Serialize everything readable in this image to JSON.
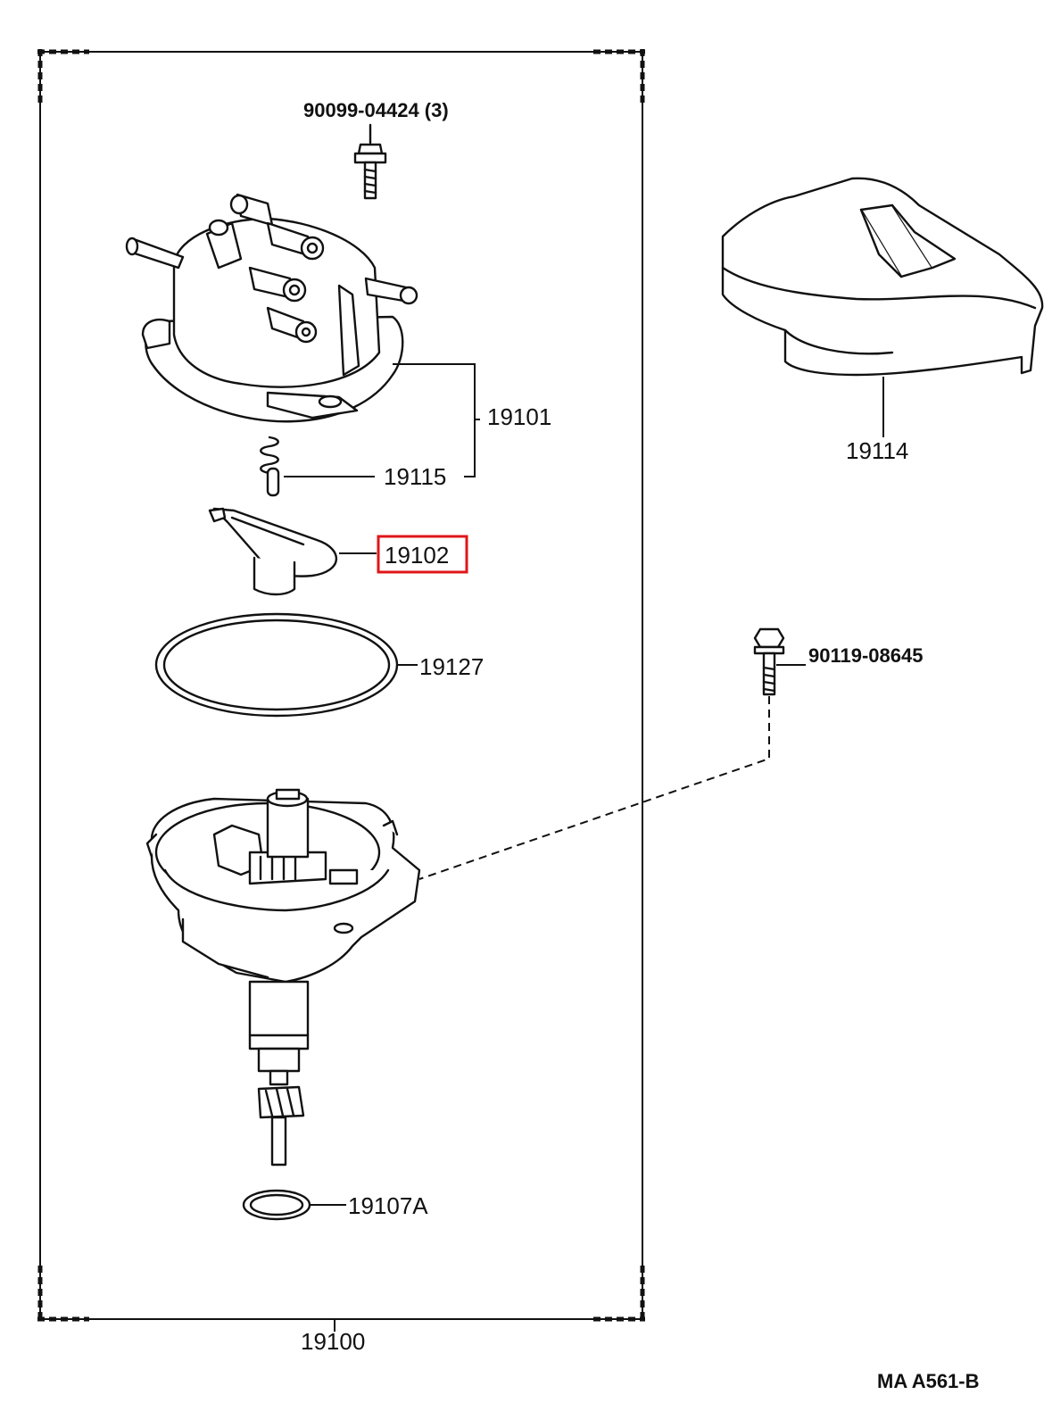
{
  "diagram": {
    "labels": {
      "screw": "90099-04424 (3)",
      "cap": "19101",
      "spring": "19115",
      "rotor": "19102",
      "gasket": "19127",
      "cover": "19114",
      "bolt": "90119-08645",
      "oring": "19107A",
      "assembly": "19100",
      "code": "MA  A561-B"
    },
    "highlight": {
      "part": "19102",
      "color": "#e0161a"
    }
  }
}
